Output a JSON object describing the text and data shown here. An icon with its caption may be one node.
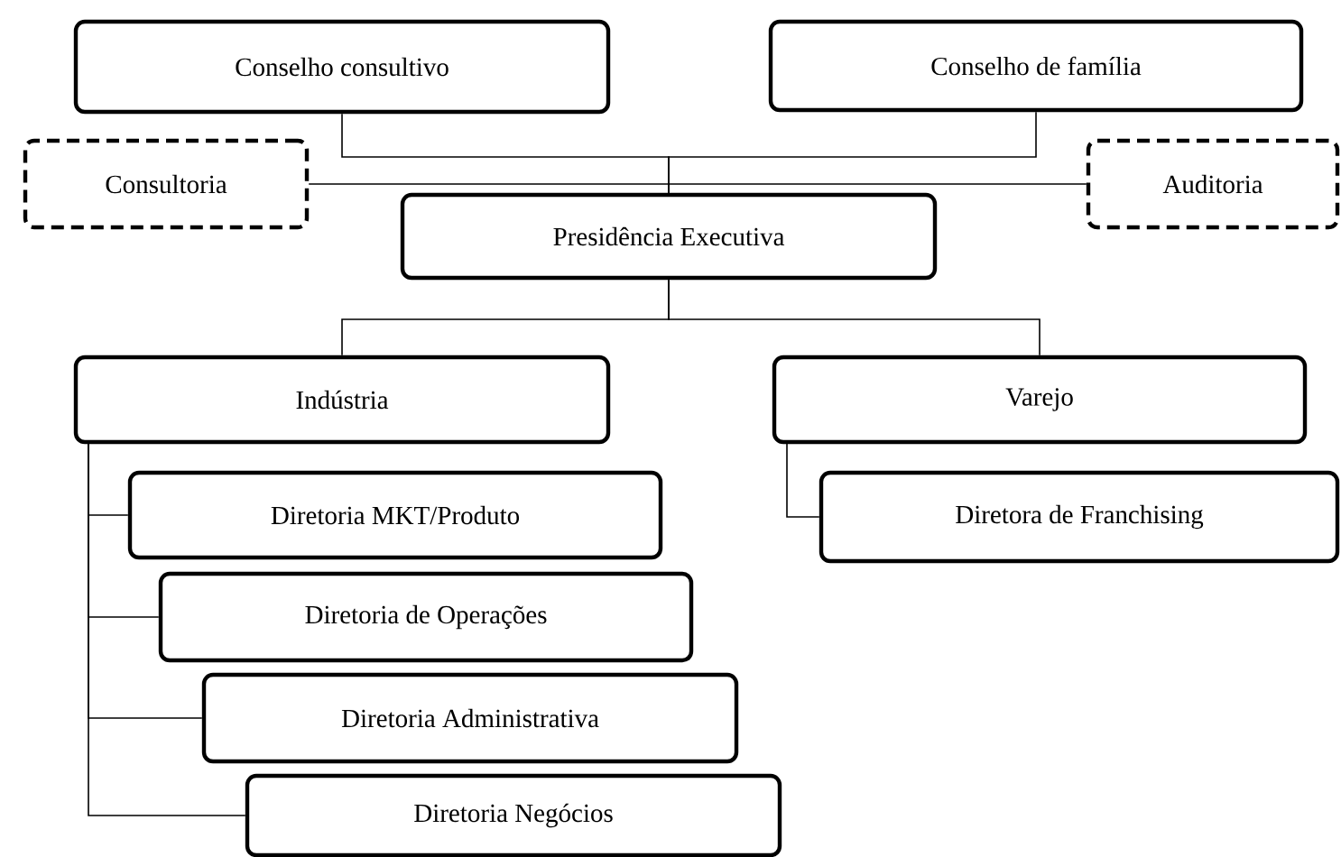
{
  "diagram": {
    "nodes": [
      {
        "text": [
          "Conselho consultivo"
        ]
      },
      {
        "text": [
          "Conselho de família"
        ]
      },
      {
        "text": [
          "Consultoria"
        ]
      },
      {
        "text": [
          "Auditoria"
        ]
      },
      {
        "text": [
          "Presidência Executiva"
        ]
      },
      {
        "text": [
          "Indústria"
        ]
      },
      {
        "text": [
          "Varejo"
        ]
      },
      {
        "text": [
          "Diretoria MKT/Produto"
        ]
      },
      {
        "text": [
          "Diretoria de Operações"
        ]
      },
      {
        "text": [
          "Diretoria Administrativa"
        ]
      },
      {
        "text": [
          "Diretoria Negócios"
        ]
      },
      {
        "text": [
          "Diretora de Franchising"
        ]
      }
    ],
    "edges": [
      {
        "from": 0,
        "to": 4,
        "arrow": "none"
      },
      {
        "from": 1,
        "to": 4,
        "arrow": "none"
      },
      {
        "from": 2,
        "to": 4,
        "arrow": "none"
      },
      {
        "from": 3,
        "to": 4,
        "arrow": "none"
      },
      {
        "from": 4,
        "to": 5,
        "arrow": "none"
      },
      {
        "from": 4,
        "to": 6,
        "arrow": "none"
      },
      {
        "from": 5,
        "to": 7,
        "arrow": "none"
      },
      {
        "from": 5,
        "to": 8,
        "arrow": "none"
      },
      {
        "from": 5,
        "to": 9,
        "arrow": "none"
      },
      {
        "from": 5,
        "to": 10,
        "arrow": "none"
      },
      {
        "from": 6,
        "to": 11,
        "arrow": "none"
      }
    ]
  }
}
